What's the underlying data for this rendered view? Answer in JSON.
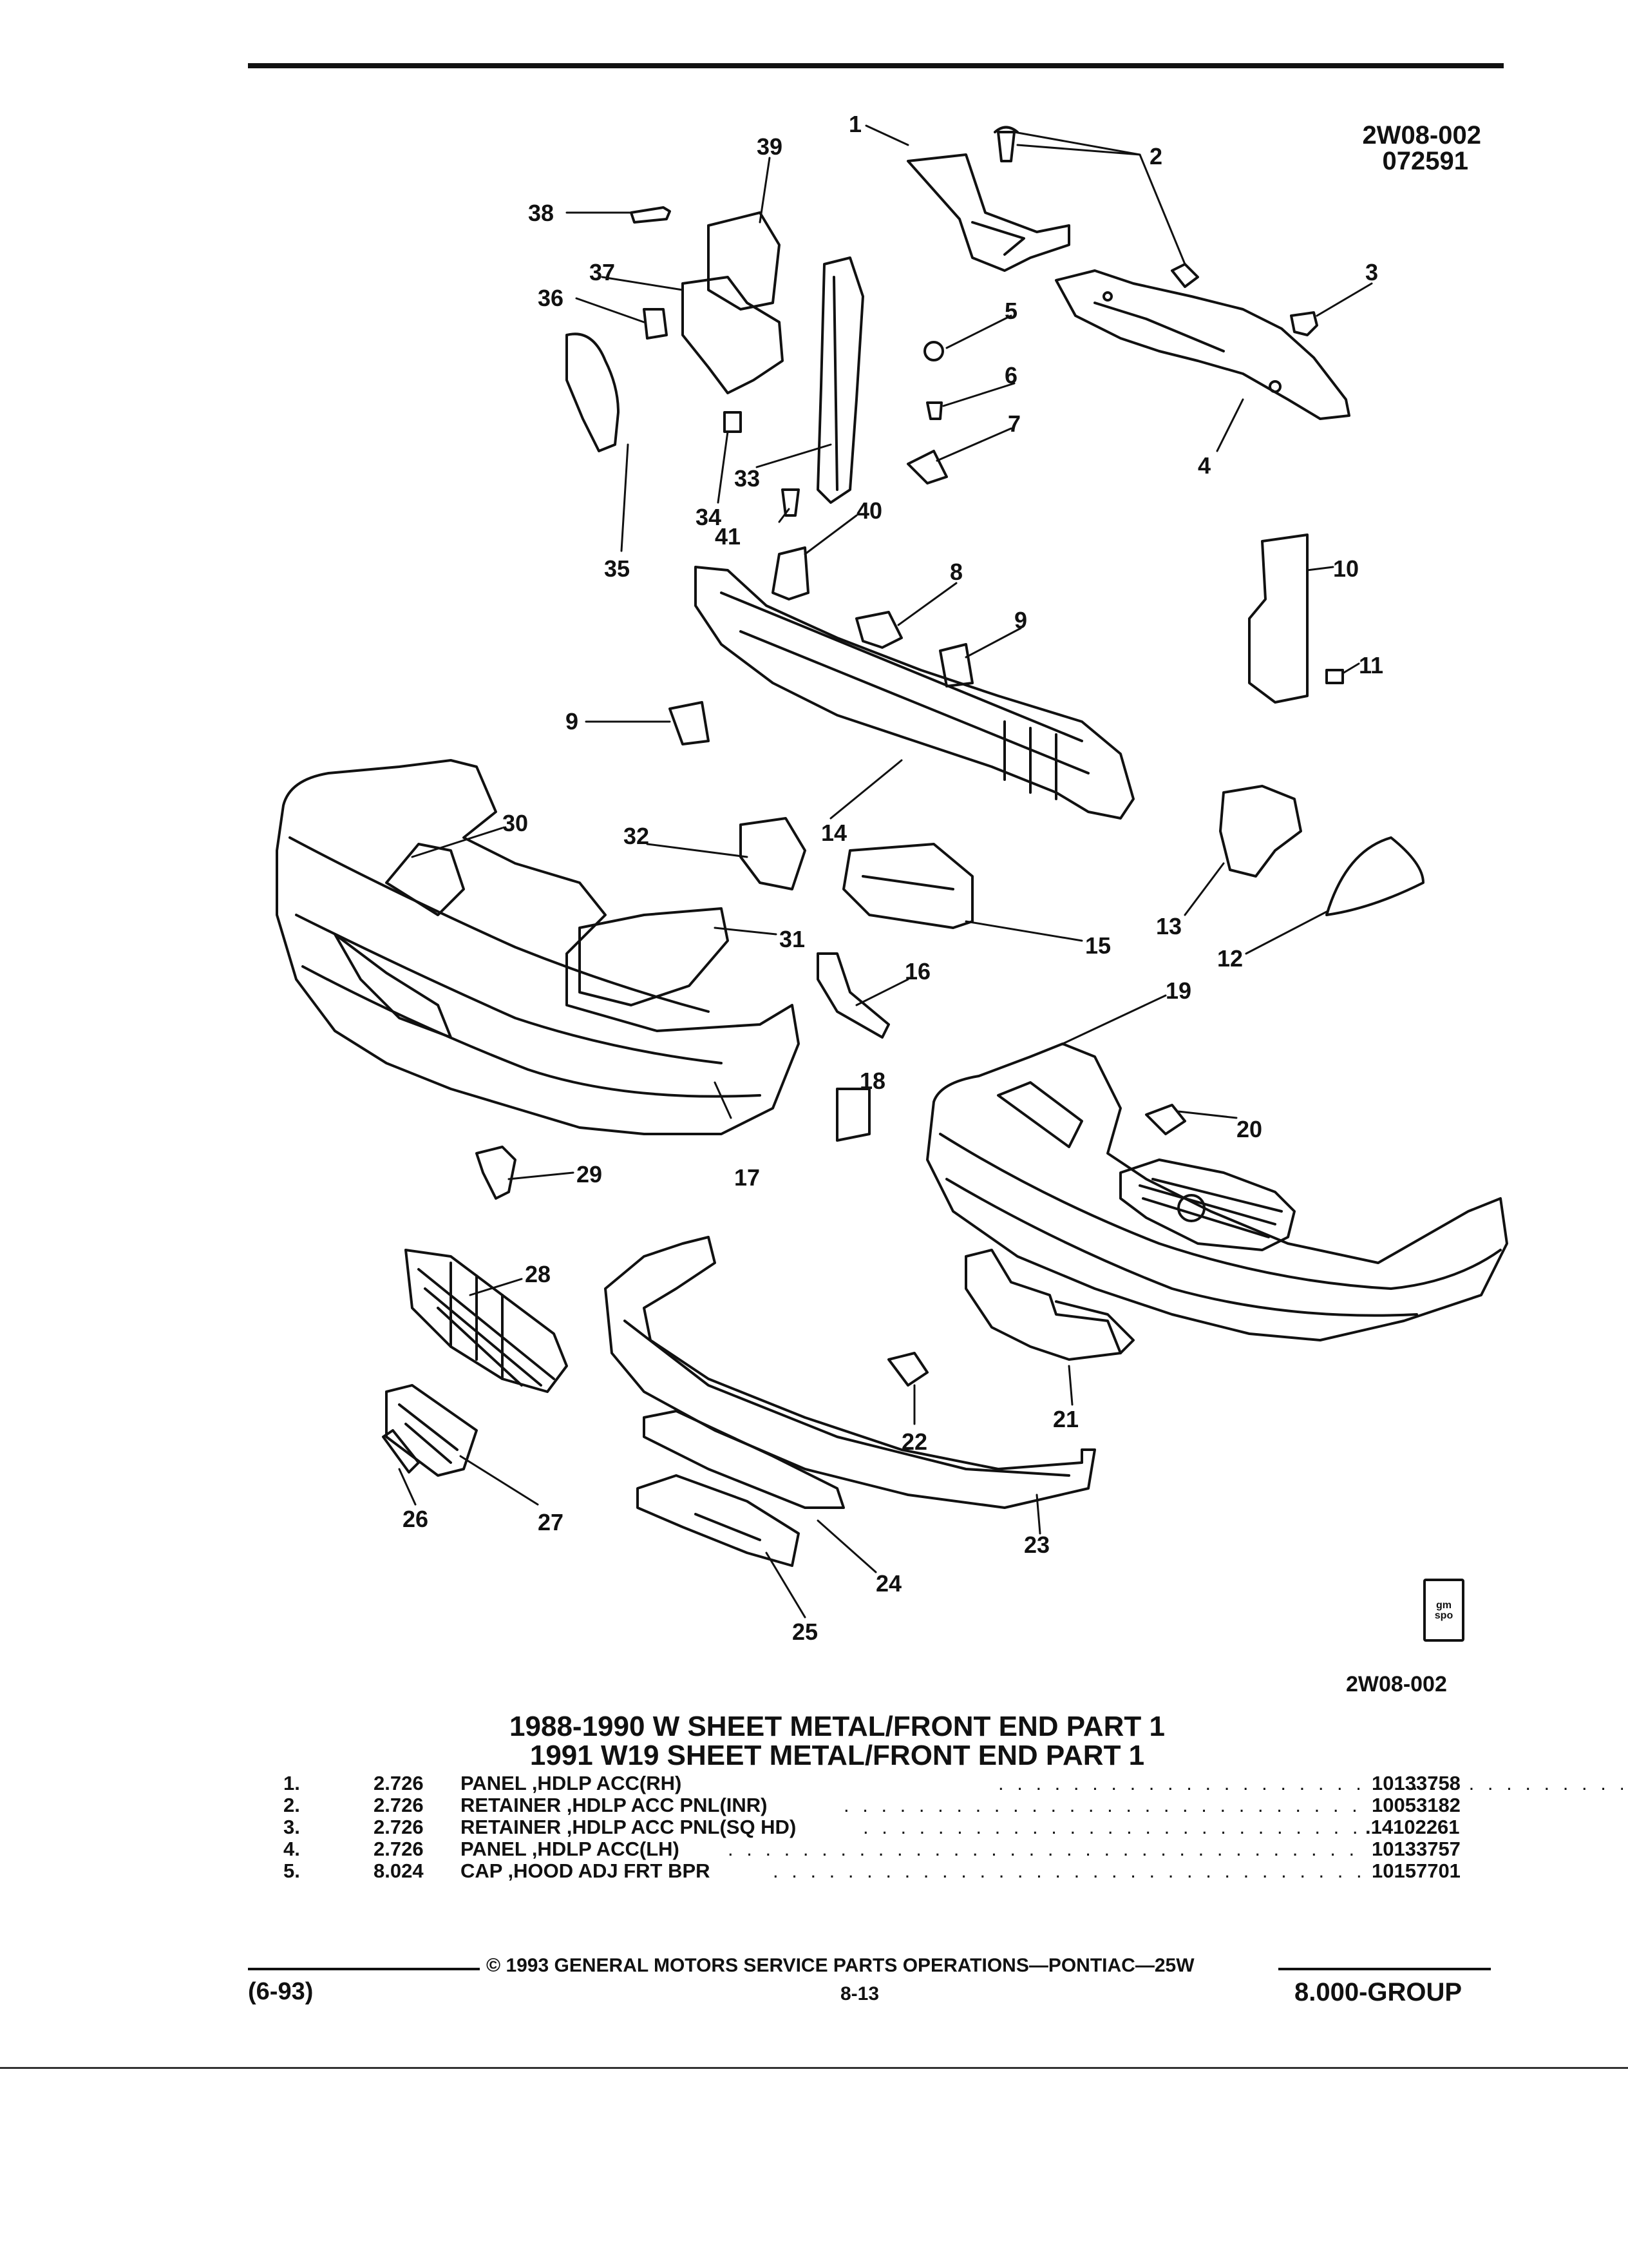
{
  "header": {
    "doc_id": "2W08-002",
    "doc_date": "072591"
  },
  "diagram": {
    "callouts": [
      "1",
      "2",
      "3",
      "4",
      "5",
      "6",
      "7",
      "8",
      "9",
      "10",
      "11",
      "12",
      "13",
      "14",
      "15",
      "16",
      "17",
      "18",
      "19",
      "20",
      "21",
      "22",
      "23",
      "24",
      "25",
      "26",
      "27",
      "28",
      "29",
      "30",
      "31",
      "32",
      "33",
      "34",
      "35",
      "36",
      "37",
      "38",
      "39",
      "40",
      "41"
    ],
    "figure_id": "2W08-002",
    "logo_text": "gm spo"
  },
  "section": {
    "title_line1": "1988-1990 W SHEET METAL/FRONT END PART 1",
    "title_line2": "1991 W19 SHEET METAL/FRONT END PART 1"
  },
  "parts": [
    {
      "num": "1.",
      "group": "2.726",
      "name": "PANEL ,HDLP ACC(RH)",
      "part_no": "10133758"
    },
    {
      "num": "2.",
      "group": "2.726",
      "name": "RETAINER ,HDLP ACC PNL(INR)",
      "part_no": "10053182"
    },
    {
      "num": "3.",
      "group": "2.726",
      "name": "RETAINER ,HDLP ACC PNL(SQ HD)",
      "part_no": ".14102261"
    },
    {
      "num": "4.",
      "group": "2.726",
      "name": "PANEL ,HDLP ACC(LH)",
      "part_no": "10133757"
    },
    {
      "num": "5.",
      "group": "8.024",
      "name": "CAP ,HOOD ADJ FRT BPR",
      "part_no": "10157701"
    }
  ],
  "footer": {
    "copyright": "© 1993 GENERAL MOTORS SERVICE PARTS OPERATIONS—PONTIAC—25W",
    "date_code": "(6-93)",
    "page": "8-13",
    "group": "8.000-GROUP"
  }
}
